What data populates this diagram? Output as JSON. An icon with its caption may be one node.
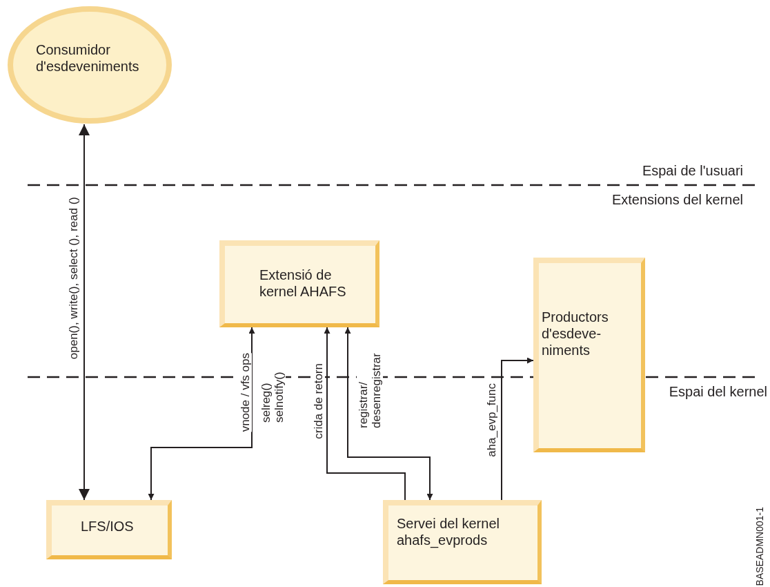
{
  "diagram": {
    "nodes": [
      {
        "text": [
          "Consumidor d'esdeveniments"
        ]
      },
      {
        "text": [
          "Extensió de kernel AHAFS"
        ]
      },
      {
        "text": [
          "Productors d'esdeve- niments"
        ]
      },
      {
        "text": [
          "LFS/IOS"
        ]
      },
      {
        "text": [
          "Servei del kernel ahafs_evprods"
        ]
      }
    ],
    "edges": [
      {
        "from": 3,
        "to": 0,
        "arrow": "both",
        "label": "open(), write(), select (), read ()"
      },
      {
        "from": 3,
        "to": 1,
        "arrow": "both",
        "label": "vnode / vfs ops"
      },
      {
        "from": 4,
        "to": 1,
        "arrow": "to",
        "label": "crida de retorn"
      },
      {
        "from": 1,
        "to": 4,
        "arrow": "both",
        "label": "registrar/ desenregistrar"
      },
      {
        "from": 4,
        "to": 2,
        "arrow": "to",
        "label": "aha_evp_func"
      }
    ],
    "labels": [
      "Espai de l'usuari",
      "Extensions del kernel",
      "selreg() selnotify()",
      "Espai del kernel",
      "BASEADMN001-1"
    ]
  }
}
